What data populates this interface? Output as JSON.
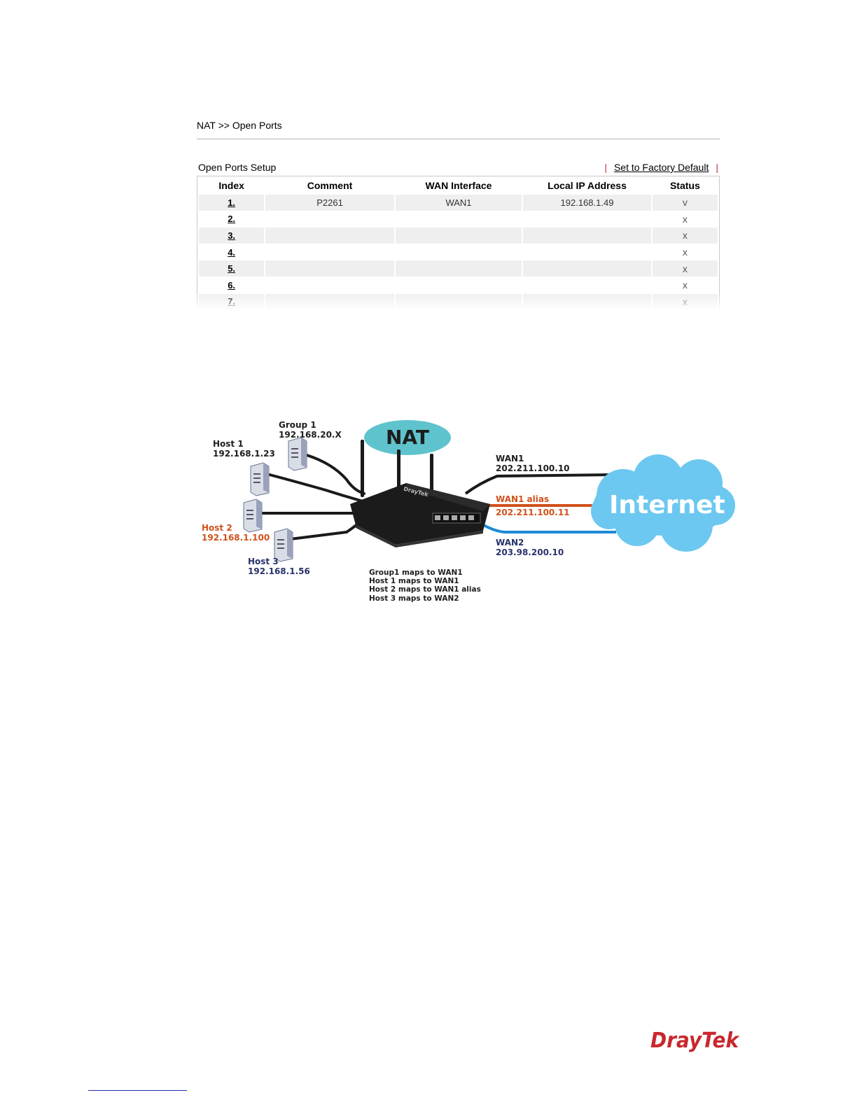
{
  "header": {
    "breadcrumb": "NAT >> Open Ports"
  },
  "open_ports": {
    "title": "Open Ports Setup",
    "factory_default": "Set to Factory Default",
    "separator": "|",
    "columns": [
      "Index",
      "Comment",
      "WAN Interface",
      "Local IP Address",
      "Status"
    ],
    "rows": [
      {
        "index": "1.",
        "comment": "P2261",
        "wan": "WAN1",
        "ip": "192.168.1.49",
        "status": "v"
      },
      {
        "index": "2.",
        "comment": "",
        "wan": "",
        "ip": "",
        "status": "x"
      },
      {
        "index": "3.",
        "comment": "",
        "wan": "",
        "ip": "",
        "status": "x"
      },
      {
        "index": "4.",
        "comment": "",
        "wan": "",
        "ip": "",
        "status": "x"
      },
      {
        "index": "5.",
        "comment": "",
        "wan": "",
        "ip": "",
        "status": "x"
      },
      {
        "index": "6.",
        "comment": "",
        "wan": "",
        "ip": "",
        "status": "x"
      },
      {
        "index": "7.",
        "comment": "",
        "wan": "",
        "ip": "",
        "status": "x"
      }
    ]
  },
  "diagram": {
    "nat_label": "NAT",
    "internet_label": "Internet",
    "group1": {
      "name": "Group 1",
      "ip": "192.168.20.X"
    },
    "host1": {
      "name": "Host 1",
      "ip": "192.168.1.23"
    },
    "host2": {
      "name": "Host 2",
      "ip": "192.168.1.100"
    },
    "host3": {
      "name": "Host 3",
      "ip": "192.168.1.56"
    },
    "wan1": {
      "name": "WAN1",
      "ip": "202.211.100.10"
    },
    "wan1_alias": {
      "name": "WAN1 alias",
      "ip": "202.211.100.11"
    },
    "wan2": {
      "name": "WAN2",
      "ip": "203.98.200.10"
    },
    "mappings": [
      "Group1 maps to WAN1",
      "Host 1 maps to WAN1",
      "Host 2 maps to WAN1 alias",
      "Host 3 maps to WAN2"
    ],
    "router_brand": "DrayTek",
    "colors": {
      "orange": "#d1511b",
      "navy": "#27336b",
      "blue": "#1c8ad6",
      "cloud": "#6cc8f0",
      "nat_bubble": "#5fc3cd"
    }
  },
  "footer": {
    "logo_text": "DrayTek",
    "logo_color": "#c8282e"
  }
}
